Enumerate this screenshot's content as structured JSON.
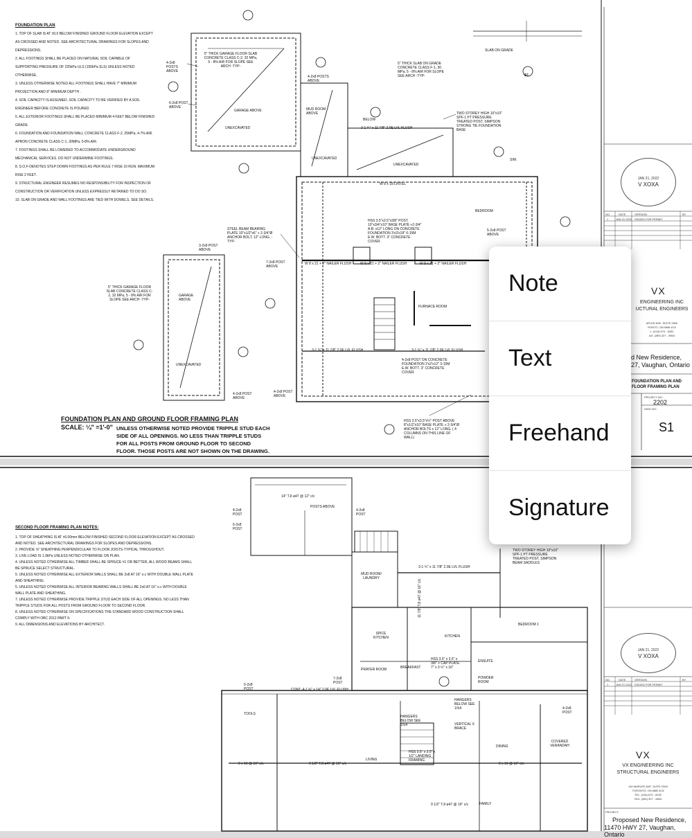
{
  "menu": {
    "items": [
      "Note",
      "Text",
      "Freehand",
      "Signature"
    ]
  },
  "sheet1": {
    "notes_title": "FOUNDATION PLAN",
    "notes": [
      "1. TOP OF SLAB IS AT ±0.0 BELOW FINISHED GROUND FLOOR ELEVATION EXCEPT",
      "AS CROSSED AND NOTED. SEE ARCHITECTURAL DRAWINGS FOR SLOPES AND",
      "DEPRESSIONS.",
      "2. ALL FOOTINGS SHALL BE PLACED ON NATURAL SOIL CAPABLE OF",
      "SUPPORTING PRESSURE OF 225kPa ULS (150kPa SLS) UNLESS NOTED",
      "OTHERWISE.",
      "3. UNLESS OTHERWISE NOTED ALL FOOTINGS SHALL HAVE 7\" MINIMUM",
      "PROJECTION AND 8\" MINIMUM DEPTH .",
      "4. SOIL CAPACITY IS ASSUMED. SOIL CAPACITY TO BE VERIFIED BY A SOIL",
      "ENGINEER BEFORE CONCRETE IS POURED.",
      "5. ALL EXTERIOR FOOTINGS SHALL BE PLACED MINIMUM 4 FEET BELOW FINISHED",
      "GRADE.",
      "6. FOUNDATION AND FOUNDATION WALL CONCRETE CLASS F-2, 25MPa, 4-7% AIR.",
      "APRON CONCRETE CLASS C-1, 30MPa, 5-8% AIR.",
      "7. FOOTINGS SHALL BE LOWERED TO ACCOMMODATE UNDERGROUND",
      "MECHANICAL SERVICES. DO NOT UNDERMINE FOOTINGS.",
      "8. S.O.F-DENOTES STEP DOWN FOOTINGS AS PER RULE 7 RISE 10 RUN. MAXIMUM",
      "RISE 2 FEET.",
      "9. STRUCTURAL ENGINEER RESUMES NO RESPONSIBILITY FOR INSPECTION OF",
      "CONSTRUCTION OR VERIFICATION UNLESS EXPRESSLY RETAINED TO DO SO.",
      "10. SLAB ON GRADE AND WALL FOOTINGS ARE TIED WITH DOWELS. SEE DETAILS."
    ],
    "plan_title": "FOUNDATION PLAN AND GROUND FLOOR FRAMING PLAN",
    "scale": "SCALE: ¼\" =1'-0\"",
    "stud_note": [
      "UNLESS OTHERWISE NOTED PROVIDE TRIPPLE STUD EACH",
      "SIDE OF ALL OPENINGS. NO LESS THAN TRIPPLE STUDS",
      "FOR ALL POSTS FROM GROUND FLOOR TO SECOND",
      "FLOOR. THOSE POSTS ARE NOT SHOWN ON THE DRAWING."
    ],
    "labels": {
      "garage_slab_1": "5\" THICK GARAGE FLOOR SLAB CONCRETE CLASS C-2, 32 MPa, 5 - 8% AIR FOR SLOPE SEE ARCH -TYP-",
      "garage_above": "GARAGE ABOVE",
      "unexcavated": "UNEXCAVATED",
      "mud_room": "MUD ROOM ABOVE",
      "slab_grade": "5\" THICK SLAB ON GRADE CONCRETE CLASS F-1, 30 MPa, 5 - 8% AIR FOR SLOPE SEE ARCH -TYP-",
      "two_storey": "TWO STOREY HIGH 10\"x10\" SPF-1 PT PRESSURE TREATED POST, SIMPSON STRONG TIE FOUNDATION BASE",
      "lvl_flush": "3-1 ¾\" x 11 7/8\" 2.0E LVL FLUSH",
      "lintel": "W 8 x 18 LINTEL",
      "bedroom": "BEDROOM",
      "furnace": "FURNACE ROOM",
      "hss_post": "HSS 3.5\"x3.5\"x3/8\" POST, 10\"x3/4\"x10\" BASE PLATE +2-3/4\" A.B. x12\" LONG ON CONCRETE FOUNDATION 3'x3'x18\" 6-15M E.W. BOTT. 3\" CONCRETE COVER",
      "steel_beam": "STEEL BEAM BEARING PLATE 10\"x1/2\"x6\" + 2-3/4\"Ø ANCHOR BOLT, 12\" LONG. -TYP-",
      "beam_w8": "W 8 x 21 + 2\" NAILER FLUSH",
      "post_above_42": "4-2x8 POSTS ABOVE",
      "post_above_62": "6-2x8 POST ABOVE",
      "post_above_52": "5-2x8 POST ABOVE",
      "post_above_72": "7-2x8 POST ABOVE",
      "post_above_4": "4-2x8 POST ABOVE",
      "post_above_3": "3-2x8 POST ABOVE",
      "post_concrete": "4-2x8 POST ON CONCRETE FOUNDATION 2'x2'x12\" 3-15M E.W. BOTT. 3\" CONCRETE COVER",
      "hss_base": "HSS 3.5\"x3.5\"x¼\" POST ABOVE 8\"x1/2\"x10\" BASE PLATE + 2-3/4\"Ø ANCHOR BOLTS x 12\" LONG. ( 4 COLUMNS ON THIS LINE OF WALL)",
      "below": "BELOW",
      "sim": "SIM."
    },
    "detail_note": "SLAB ON GRADE",
    "detail_ref": "S1",
    "titleblock": {
      "no": "NO.",
      "date": "DATE",
      "version": "VERSION",
      "by": "BY",
      "row_no": "1",
      "row_date": "JAN 21 2022",
      "row_version": "ISSUED FOR PERMIT",
      "vx": "VX",
      "firm1": "ENGINEERING INC",
      "firm2": "UCTURAL ENGINEERS",
      "addr1": "APLEE AVE. SUITE 2500",
      "addr2": "RONTO, ON M6B 4C8",
      "addr3": "L: (416) 670 - 8432",
      "addr4": "AX: (289) 327 - 9804",
      "project1": "d New Residence,",
      "project2": "27, Vaughan, Ontario",
      "drawing1": "FOUNDATION PLAN AND",
      "drawing2": "FLOOR FRAMING PLAN",
      "project_no_label": "PROJECT NO.:",
      "project_no": "2202",
      "dwg_no_label": "DWG NO.:",
      "dwg_no": "S1",
      "stamp_name": "V XOXA",
      "stamp_date": "JAN 21, 2022"
    }
  },
  "sheet2": {
    "notes_title": "SECOND FLOOR FRAMING PLAN NOTES:",
    "notes": [
      "1. TOP OF SHEATHING IS AT ±0.00mm BELOW FINISHED SECOND FLOOR ELEVATION EXCEPT AS CROSSED",
      "AND NOTED. SEE ARCHITECTURAL DRAWINGS FOR SLOPES AND DEPRESSIONS.",
      "2. PROVIDE ⅝\" SHEATHING PERPENDICULAR TO FLOOR JOISTS-TYPICAL THROUGHOUT.",
      "3. LIVE LOAD IS 1.9kPa UNLESS NOTED OTHERWISE ON PLAN.",
      "4. UNLESS NOTED OTHERWISE ALL TIMBER SHALL BE SPRUCE #1 OR BETTER, ALL WOOD BEAMS SHALL",
      "BE SPRUCE SELECT STRUCTURAL.",
      "5. UNLESS NOTED OTHERWISE ALL EXTERIOR WALLS SHALL BE 2x8 AT 16\" o.c WITH DOUBLE WALL PLATE",
      "AND SHEATHING.",
      "5. UNLESS NOTED OTHERWISE ALL INTERIOR BEARING WALLS SHALL BE 2x6 AT 16\" o.c WITH DOUBLE",
      "WALL PLATE AND SHEATHING.",
      "7. UNLESS NOTED OTHERWISE PROVIDE TRIPPLE STUD EACH SIDE OF ALL OPENINGS. NO LESS THAN",
      "TRIPPLE STUDS FOR ALL POSTS FROM GROUND FLOOR TO SECOND FLOOR.",
      "8. UNLESS NOTED OTHERWISE ON SPECIFICATIONS THE STANDARD WOOD CONSTRUCTION SHALL",
      "COMPLY WITH OBC 2012 PART 9.",
      "9. ALL DIMENSIONS AND ELEVATIONS BY ARCHITECT."
    ],
    "labels": {
      "tji": "14\" TJI ø47 @ 12\" c/c",
      "posts_above": "POSTS ABOVE",
      "post_42": "4-2x8 POST",
      "post_62": "6-2x8 POST",
      "post_52": "5-2x8 POST",
      "post_72": "7-2x8 POST",
      "mud_laundry": "MUD ROOM/ LAUNDRY",
      "spice": "SPICE KITCHEN",
      "kitchen": "KITCHEN",
      "bedroom1": "BEDROOM 1",
      "prayer": "PRAYER ROOM",
      "breakfast": "BREAKFAST",
      "ensuite": "ENSUITE",
      "powder": "POWDER ROOM",
      "tools": "TOOLS",
      "living": "LIVING",
      "dining": "DINING",
      "covered": "COVERED VERANDAH",
      "family": "FAMILY",
      "cont_lvl": "CONT. 4-1 ¾\" x 14\" 2.0E LVL FLUSH",
      "lvl_flush": "3-1 ¾\" x 11 7/8\" 2.0E LVL FLUSH",
      "two_storey": "TWO STOREY HIGH 10\"x10\" SPF-1 PT PRESSURE TREATED POST, SIMPSON BEAM SADDLES",
      "hangers": "HANGERS BELOW SEE 1/S4",
      "vertical": "VERTICAL X BRACE",
      "hss_landing": "HSS 3.5\" x 3.5\" x 1/2\" LANDING FRAMING",
      "hss_cap": "HSS 3.5\" x 3.5\" x 3/8\" + CAP PLATE 7\" x 3 ½\" x 16\"",
      "joist_2x10": "2 x 10 @ 16\" c/c",
      "tji_9": "9 1/2\" TJI ø47 @ 16\" c/c",
      "tji_11": "11 7/8\" TJI ø47 @ 16\" c/c"
    },
    "titleblock": {
      "no": "NO.",
      "date": "DATE",
      "version": "VERSION",
      "by": "BY",
      "row_no": "1",
      "row_date": "JAN 21 2022",
      "row_version": "ISSUED FOR PERMIT",
      "vx": "VX",
      "firm1": "VX ENGINEERING INC",
      "firm2": "STRUCTURAL ENGINEERS",
      "addr1": "130 MARLEE AVE. SUITE 2500",
      "addr2": "TORONTO, ON M6B 4C8",
      "addr3": "TEL: (416) 670 - 8432",
      "addr4": "FAX: (289) 327 - 9804",
      "project_label": "PROJECT:",
      "project1": "Proposed New Residence,",
      "project2": "11470 HWY 27, Vaughan, Ontario",
      "stamp_name": "V XOXA",
      "stamp_date": "JAN 21, 2022"
    }
  },
  "colors": {
    "ink": "#111111",
    "menu_bg": "#ffffff",
    "backdrop": "#dcdcdc"
  }
}
